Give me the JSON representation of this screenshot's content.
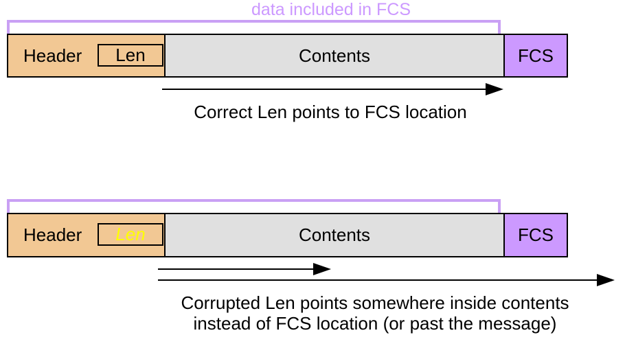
{
  "diagram": {
    "bracket_label": "data included in FCS",
    "correct": {
      "header": "Header",
      "len": "Len",
      "contents": "Contents",
      "fcs": "FCS",
      "caption": "Correct Len points to FCS location"
    },
    "corrupted": {
      "header": "Header",
      "len": "Len",
      "contents": "Contents",
      "fcs": "FCS",
      "caption_line1": "Corrupted Len points somewhere inside contents",
      "caption_line2": "instead of FCS location (or past the message)"
    },
    "colors": {
      "header_fill": "#F2C894",
      "contents_fill": "#E0E0E0",
      "fcs_fill": "#CC99FF",
      "bracket_stroke": "#C9A0F4",
      "bracket_label_text": "#CC99FF",
      "corrupted_len_text": "#FFFF00",
      "outline": "#000000"
    }
  }
}
